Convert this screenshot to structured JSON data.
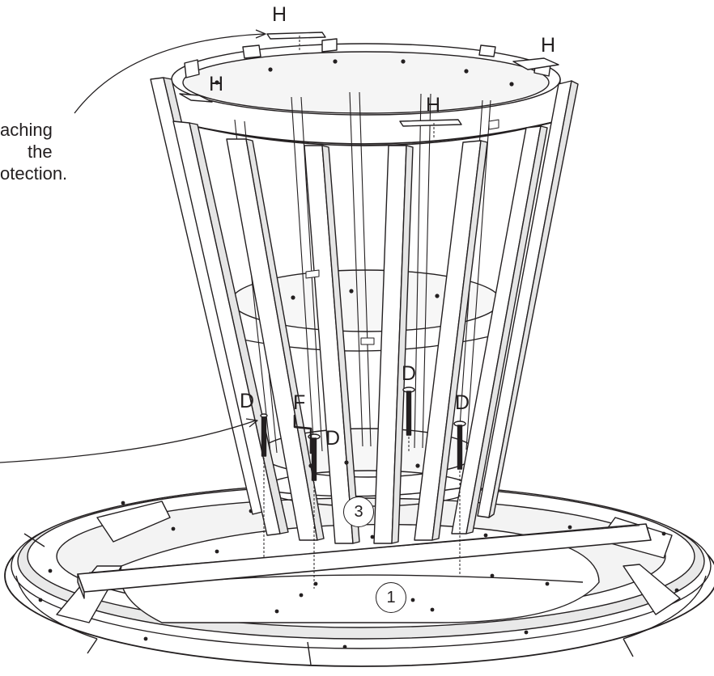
{
  "note": {
    "line1": "aching",
    "line2": " the",
    "line3": "otection."
  },
  "parts": {
    "h1": "H",
    "h2": "H",
    "h3": "H",
    "h4": "H",
    "d1": "D",
    "d2": "D",
    "d3": "D",
    "d4": "D",
    "f": "F"
  },
  "callouts": {
    "base": "1",
    "basket": "3"
  },
  "colors": {
    "line": "#231f20",
    "fill": "#ffffff",
    "shade": "#e6e6e6"
  }
}
